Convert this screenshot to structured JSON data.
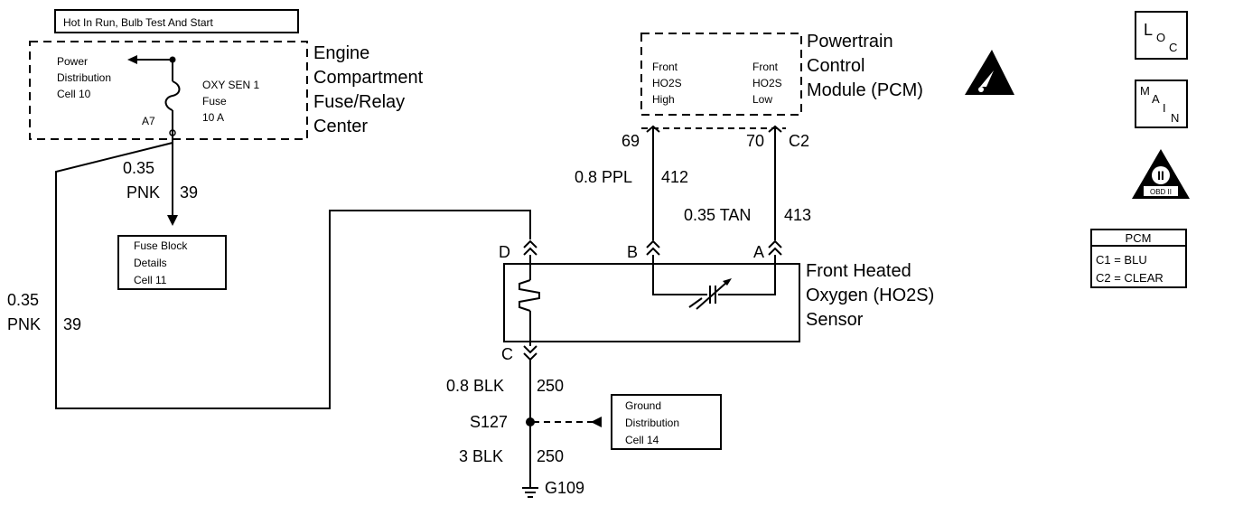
{
  "header": {
    "supply_label": "Hot In Run, Bulb Test And Start"
  },
  "fuse_center": {
    "title_lines": [
      "Engine",
      "Compartment",
      "Fuse/Relay",
      "Center"
    ],
    "power_dist_lines": [
      "Power",
      "Distribution",
      "Cell 10"
    ],
    "fuse_lines": [
      "OXY SEN 1",
      "Fuse",
      "10 A"
    ],
    "terminal": "A7"
  },
  "wires": {
    "w39_upper": {
      "gauge": "0.35",
      "color": "PNK",
      "circuit": "39"
    },
    "w39_lower": {
      "gauge": "0.35",
      "color": "PNK",
      "circuit": "39"
    },
    "w412": {
      "label": "0.8 PPL",
      "circuit": "412"
    },
    "w413": {
      "label": "0.35 TAN",
      "circuit": "413"
    },
    "w250_upper": {
      "label": "0.8 BLK",
      "circuit": "250"
    },
    "w250_lower": {
      "label": "3 BLK",
      "circuit": "250"
    }
  },
  "fuse_block_ref": {
    "lines": [
      "Fuse Block",
      "Details",
      "Cell 11"
    ]
  },
  "pcm": {
    "title_lines": [
      "Powertrain",
      "Control",
      "Module (PCM)"
    ],
    "pin_left_lines": [
      "Front",
      "HO2S",
      "High"
    ],
    "pin_right_lines": [
      "Front",
      "HO2S",
      "Low"
    ],
    "pin_left_num": "69",
    "pin_right_num": "70",
    "connector": "C2"
  },
  "sensor": {
    "title_lines": [
      "Front Heated",
      "Oxygen (HO2S)",
      "Sensor"
    ],
    "terminals": {
      "d": "D",
      "b": "B",
      "a": "A",
      "c": "C"
    }
  },
  "splice": {
    "label": "S127"
  },
  "ground": {
    "label": "G109"
  },
  "ground_dist_ref": {
    "lines": [
      "Ground",
      "Distribution",
      "Cell 14"
    ]
  },
  "legend": {
    "loc_icon": {
      "big": "L",
      "sub1": "O",
      "sub2": "C"
    },
    "main_icon": {
      "m": "M",
      "a": "A",
      "i": "I",
      "n": "N"
    },
    "obd_icon": {
      "numeral": "II",
      "label": "OBD II"
    },
    "pcm_table": {
      "title": "PCM",
      "rows": [
        "C1 = BLU",
        "C2 = CLEAR"
      ]
    }
  }
}
